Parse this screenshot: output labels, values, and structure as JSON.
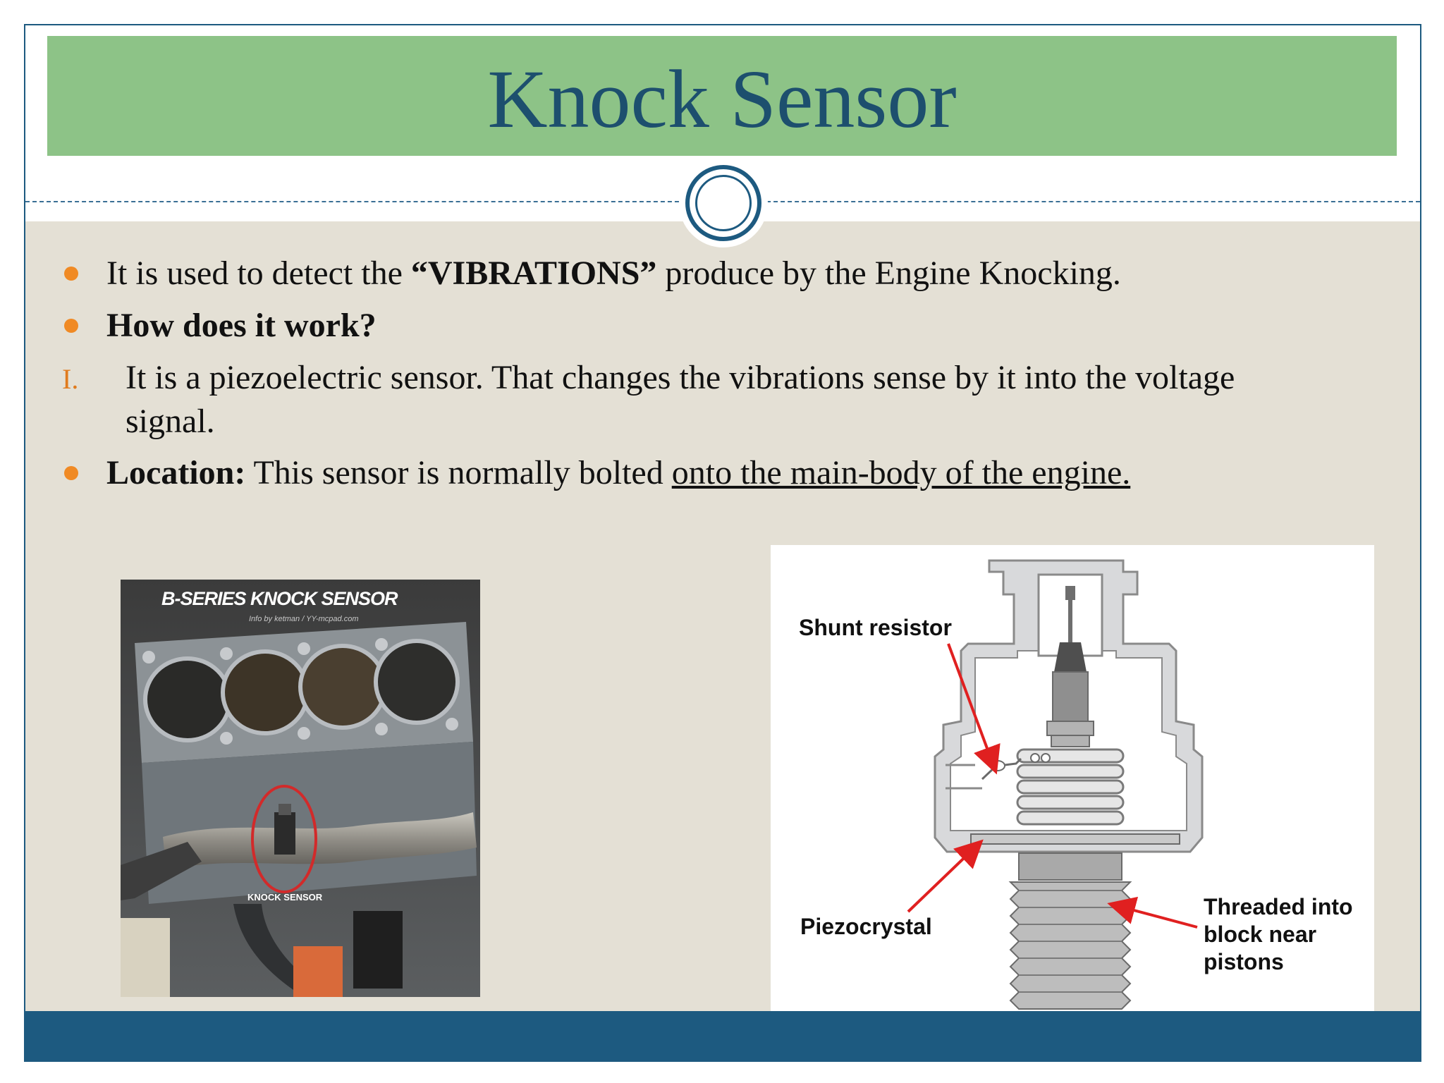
{
  "slide": {
    "title": "Knock Sensor",
    "colors": {
      "title_band": "#8dc387",
      "title_text": "#1d4f6e",
      "accent_blue": "#1d5a80",
      "content_bg": "#e4e0d5",
      "bullet_orange": "#f08a24"
    }
  },
  "bullets": {
    "b1": {
      "prefix": "It is used to detect the ",
      "emphasis": "“VIBRATIONS”",
      "suffix": " produce by the Engine Knocking."
    },
    "b2": {
      "text": "How does it work?"
    },
    "b3": {
      "marker": "I.",
      "line1": "It is a piezoelectric sensor. That changes the vibrations sense by it into the voltage",
      "line2": "signal."
    },
    "b4": {
      "label": "Location:",
      "text": " This sensor is normally bolted ",
      "underlined": "onto the main-body of the engine."
    }
  },
  "photo": {
    "caption_title": "B-SERIES KNOCK SENSOR",
    "caption_sub": "Info by ketman / YY-mcpad.com",
    "part_label": "KNOCK SENSOR"
  },
  "diagram": {
    "labels": {
      "shunt": "Shunt resistor",
      "piezo": "Piezocrystal",
      "threaded_1": "Threaded into",
      "threaded_2": "block near",
      "threaded_3": "pistons"
    }
  }
}
